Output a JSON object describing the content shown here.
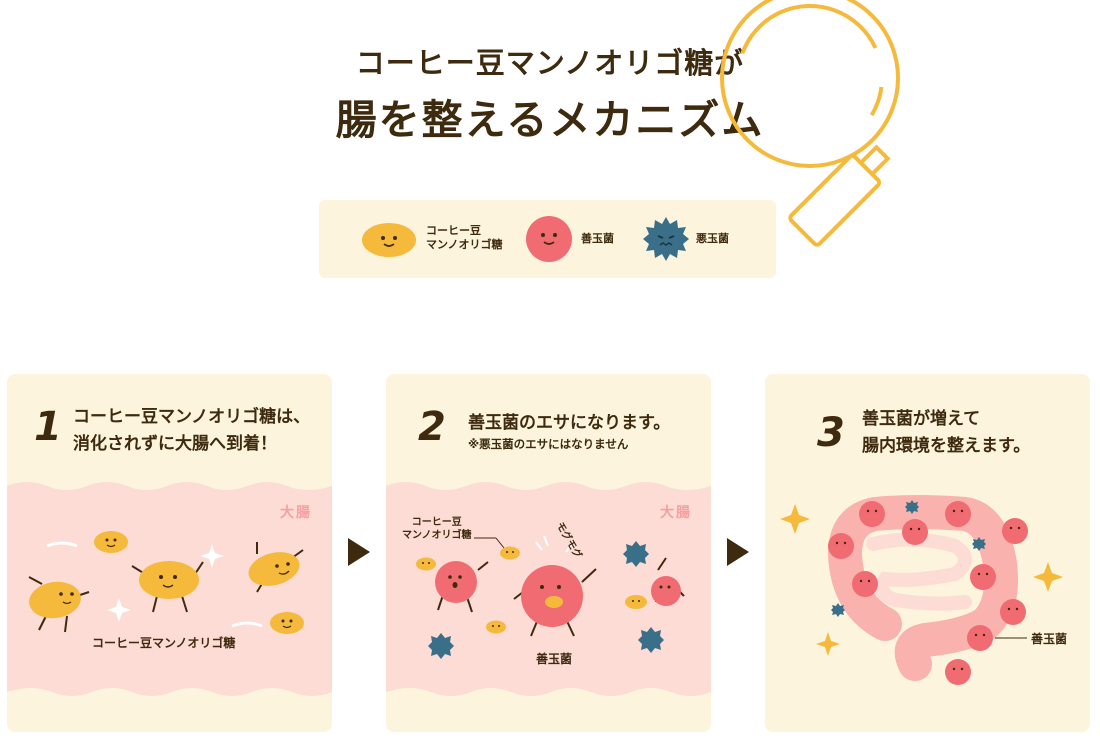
{
  "header": {
    "title_line1": "コーヒー豆マンノオリゴ糖が",
    "title_line2": "腸を整えるメカニズム",
    "magnifier_icon": "magnifying-glass-icon"
  },
  "legend": {
    "items": [
      {
        "label_line1": "コーヒー豆",
        "label_line2": "マンノオリゴ糖",
        "icon": "oligosaccharide-icon",
        "color": "#f5b93b"
      },
      {
        "label_line1": "善玉菌",
        "label_line2": "",
        "icon": "good-bacteria-icon",
        "color": "#f06b72"
      },
      {
        "label_line1": "悪玉菌",
        "label_line2": "",
        "icon": "bad-bacteria-icon",
        "color": "#3a6f8a"
      }
    ]
  },
  "steps": [
    {
      "number": "1",
      "title_line1": "コーヒー豆マンノオリゴ糖は、",
      "title_line2": "消化されずに大腸へ到着！",
      "badge": "大腸",
      "caption": "コーヒー豆マンノオリゴ糖"
    },
    {
      "number": "2",
      "title_line1": "善玉菌のエサになります。",
      "note": "※悪玉菌のエサにはなりません",
      "badge": "大腸",
      "callout_line1": "コーヒー豆",
      "callout_line2": "マンノオリゴ糖",
      "mogu": "モグモグ",
      "caption": "善玉菌"
    },
    {
      "number": "3",
      "title_line1": "善玉菌が増えて",
      "title_line2": "腸内環境を整えます。",
      "caption": "善玉菌"
    }
  ],
  "colors": {
    "text": "#3d2a0f",
    "panel": "#fdf4dd",
    "intestine": "#fcdcd4",
    "yellow": "#f5b93b",
    "pink": "#f06b72",
    "navy": "#3a6f8a",
    "sparkle": "#f5b93b"
  }
}
